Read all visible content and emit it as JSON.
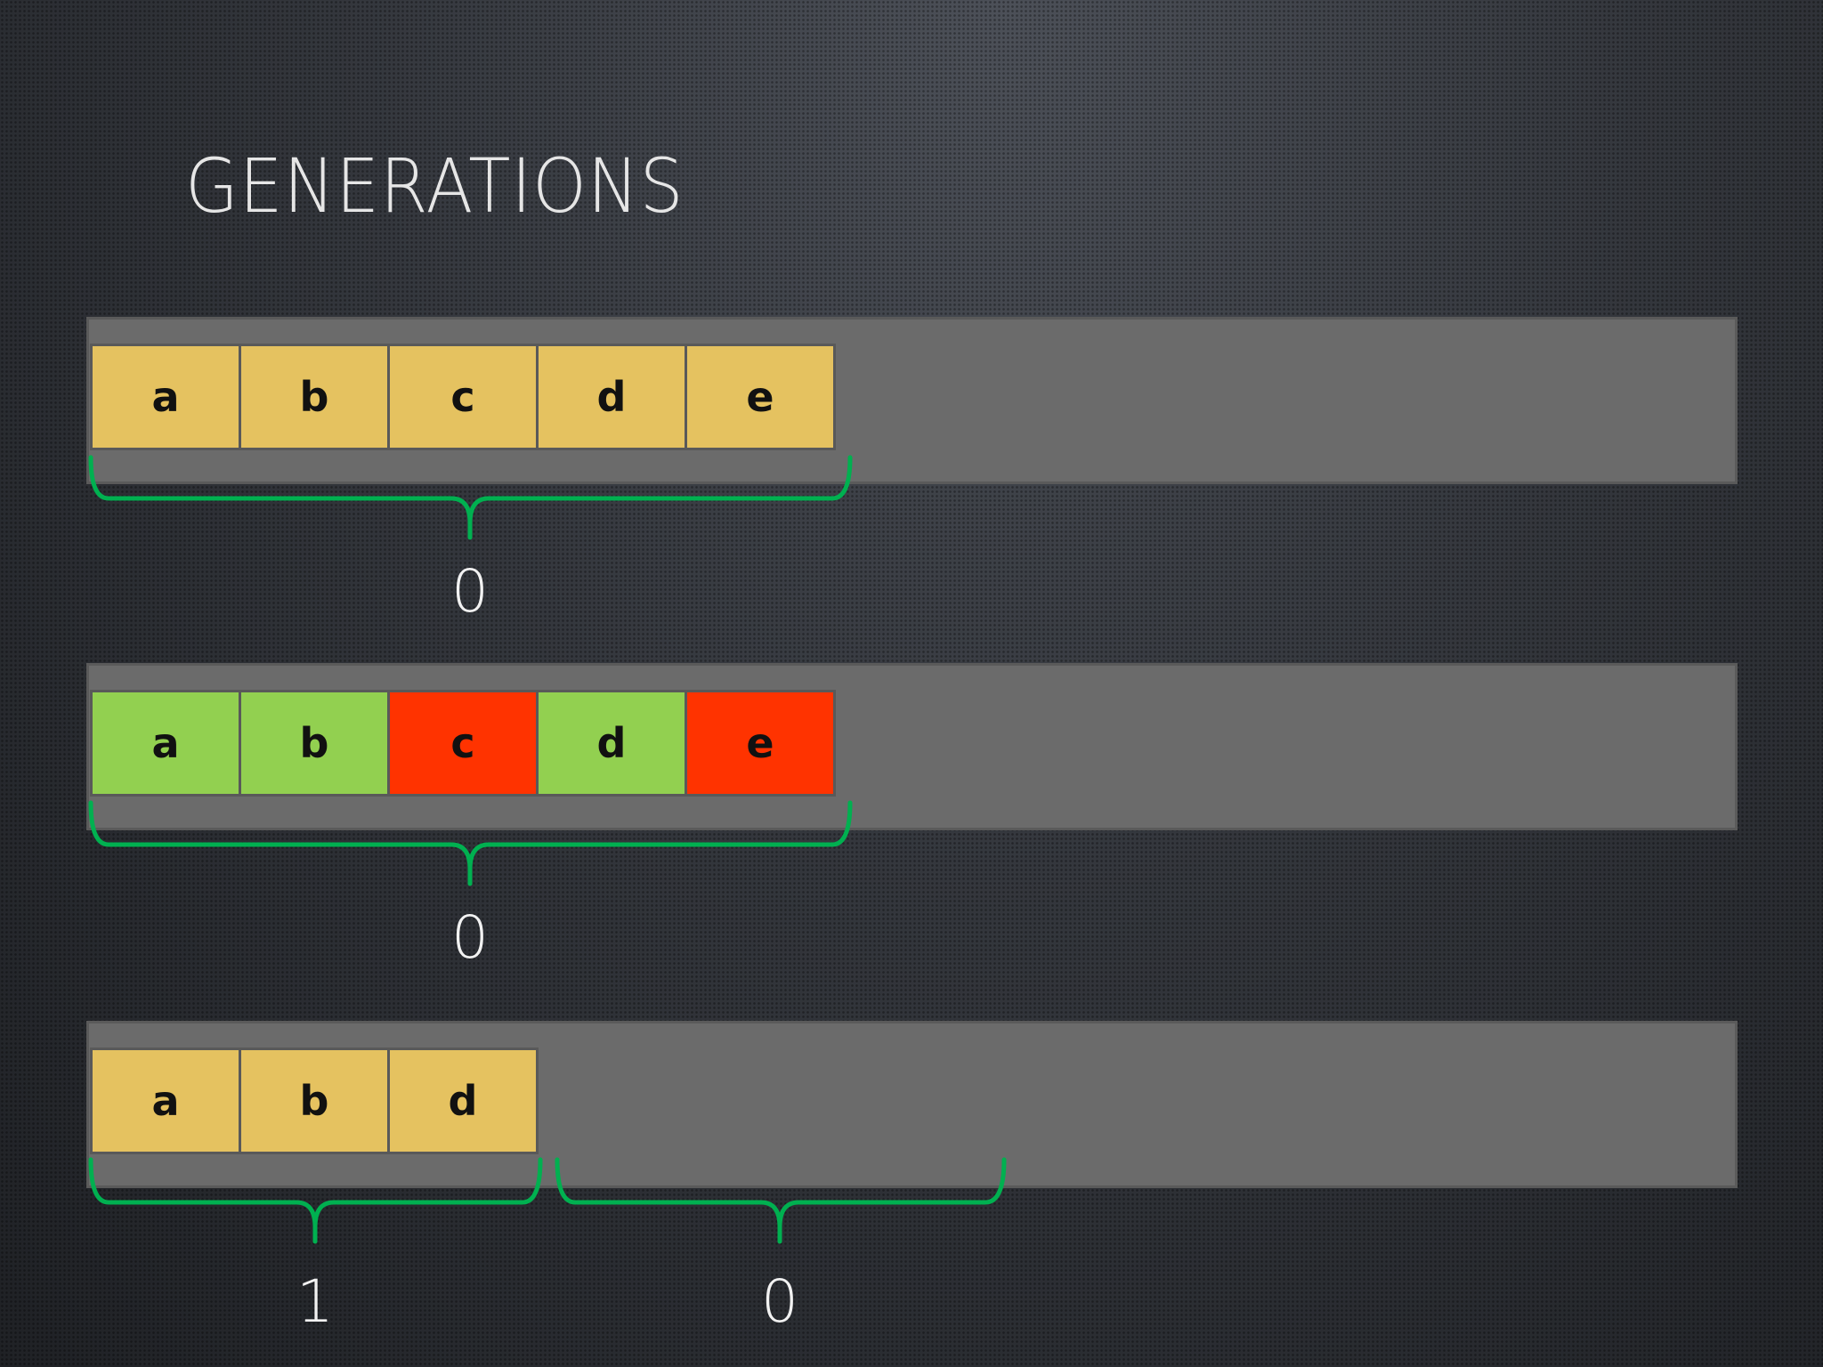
{
  "title": "GENERATIONS",
  "colors": {
    "yellow": "#e5c260",
    "green": "#92d050",
    "red": "#ff3300",
    "bracket": "#00b050",
    "track": "#6b6b6b"
  },
  "rows": [
    {
      "cells": [
        {
          "label": "a",
          "state": "yellow"
        },
        {
          "label": "b",
          "state": "yellow"
        },
        {
          "label": "c",
          "state": "yellow"
        },
        {
          "label": "d",
          "state": "yellow"
        },
        {
          "label": "e",
          "state": "yellow"
        }
      ],
      "generations": [
        "0"
      ]
    },
    {
      "cells": [
        {
          "label": "a",
          "state": "green"
        },
        {
          "label": "b",
          "state": "green"
        },
        {
          "label": "c",
          "state": "red"
        },
        {
          "label": "d",
          "state": "green"
        },
        {
          "label": "e",
          "state": "red"
        }
      ],
      "generations": [
        "0"
      ]
    },
    {
      "cells": [
        {
          "label": "a",
          "state": "yellow"
        },
        {
          "label": "b",
          "state": "yellow"
        },
        {
          "label": "d",
          "state": "yellow"
        }
      ],
      "generations": [
        "1",
        "0"
      ]
    }
  ]
}
